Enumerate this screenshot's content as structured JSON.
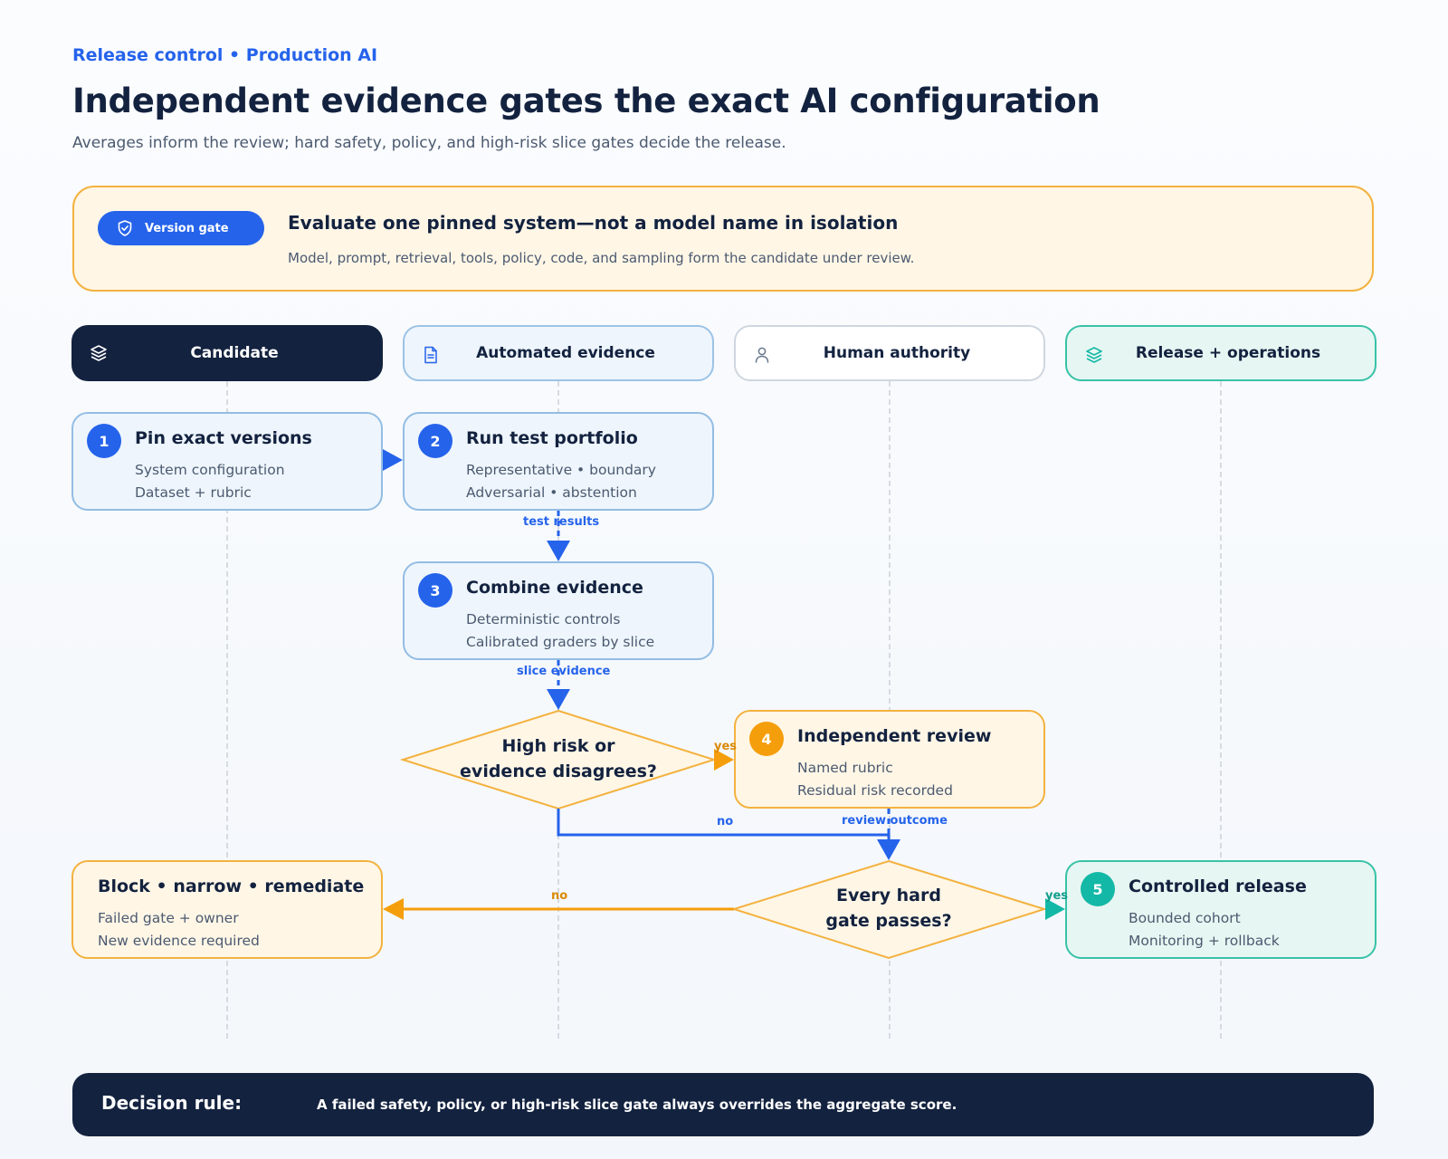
{
  "header": {
    "eyebrow": "Release control • Production AI",
    "title": "Independent evidence gates the exact AI configuration",
    "subtitle": "Averages inform the review; hard safety, policy, and high-risk slice gates decide the release."
  },
  "version_gate": {
    "pill": "Version gate",
    "heading": "Evaluate one pinned system—not a model name in isolation",
    "text": "Model, prompt, retrieval, tools, policy, code, and sampling form the candidate under review."
  },
  "lanes": [
    {
      "label": "Candidate",
      "icon": "layers-icon"
    },
    {
      "label": "Automated evidence",
      "icon": "document-icon"
    },
    {
      "label": "Human authority",
      "icon": "person-icon"
    },
    {
      "label": "Release + operations",
      "icon": "layers-icon"
    }
  ],
  "steps": {
    "pin": {
      "number": "1",
      "title": "Pin exact versions",
      "line1": "System configuration",
      "line2": "Dataset + rubric"
    },
    "test": {
      "number": "2",
      "title": "Run test portfolio",
      "line1": "Representative • boundary",
      "line2": "Adversarial • abstention"
    },
    "combine": {
      "number": "3",
      "title": "Combine evidence",
      "line1": "Deterministic controls",
      "line2": "Calibrated graders by slice"
    },
    "review": {
      "number": "4",
      "title": "Independent review",
      "line1": "Named rubric",
      "line2": "Residual risk recorded"
    },
    "release": {
      "number": "5",
      "title": "Controlled release",
      "line1": "Bounded cohort",
      "line2": "Monitoring + rollback"
    },
    "block": {
      "title": "Block • narrow • remediate",
      "line1": "Failed gate + owner",
      "line2": "New evidence required"
    }
  },
  "decisions": {
    "risk": {
      "line1": "High risk or",
      "line2": "evidence disagrees?"
    },
    "gate": {
      "line1": "Every hard",
      "line2": "gate passes?"
    }
  },
  "edges": {
    "test_results": "test results",
    "slice_evidence": "slice evidence",
    "risk_yes": "yes",
    "risk_no": "no",
    "review_outcome": "review outcome",
    "gate_no": "no",
    "gate_yes": "yes"
  },
  "decision_rule": {
    "label": "Decision rule:",
    "text": "A failed safety, policy, or high-risk slice gate always overrides the aggregate score."
  },
  "colors": {
    "navy": "#13223f",
    "blue": "#2563eb",
    "amber": "#f59e0b",
    "teal": "#14b8a6"
  }
}
